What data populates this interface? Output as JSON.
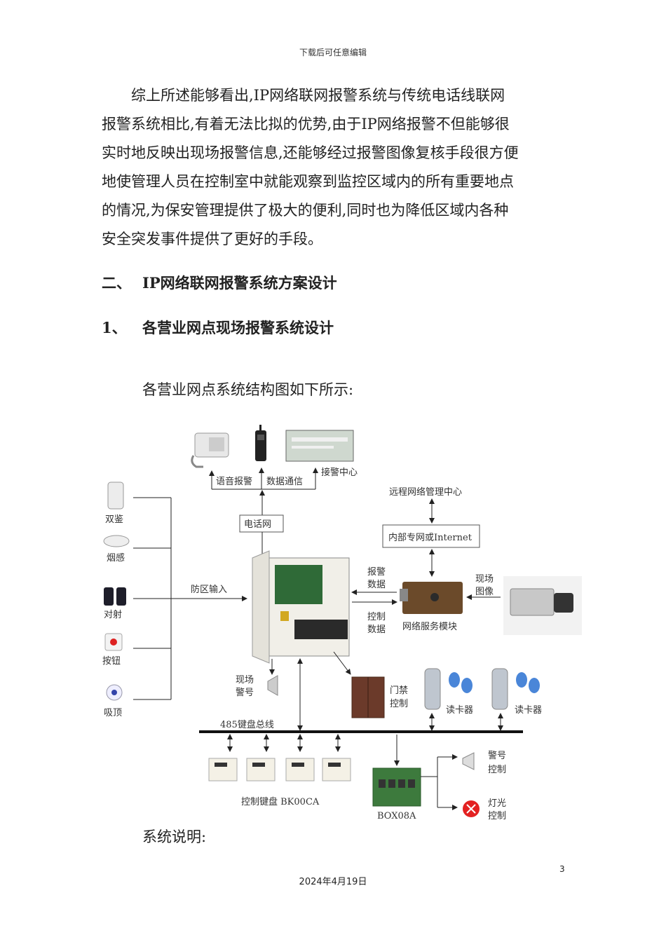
{
  "header": "下载后可任意编辑",
  "paragraph_lines": [
    "　　综上所述能够看出,IP网络联网报警系统与传统电话线联网",
    "报警系统相比,有着无法比拟的优势,由于IP网络报警不但能够很",
    "实时地反映出现场报警信息,还能够经过报警图像复核手段很方便",
    "地使管理人员在控制室中就能观察到监控区域内的所有重要地点",
    "的情况,为保安管理提供了极大的便利,同时也为降低区域内各种",
    "安全突发事件提供了更好的手段。"
  ],
  "heading2": {
    "num": "二、",
    "text": "IP网络联网报警系统方案设计"
  },
  "heading3": {
    "num": "1、",
    "text": "各营业网点现场报警系统设计"
  },
  "intro": "各营业网点系统结构图如下所示:",
  "diagram": {
    "voice_alarm": "语音报警",
    "data_comm": "数据通信",
    "alarm_center": "接警中心",
    "phone_net": "电话网",
    "remote_center": "远程网络管理中心",
    "intranet": "内部专网或Internet",
    "alarm_data_1": "报警",
    "alarm_data_2": "数据",
    "control_data_1": "控制",
    "control_data_2": "数据",
    "site_image_1": "现场",
    "site_image_2": "图像",
    "net_module": "网络服务模块",
    "zone_input": "防区输入",
    "sensor_dual": "双鉴",
    "sensor_smoke": "烟感",
    "sensor_beam": "对射",
    "sensor_button": "按钮",
    "sensor_ceiling": "吸顶",
    "siren_1": "现场",
    "siren_2": "警号",
    "door_1": "门禁",
    "door_2": "控制",
    "reader_1": "读卡器",
    "reader_2": "读卡器",
    "bus": "485键盘总线",
    "keypad": "控制键盘 BK00CA",
    "box": "BOX08A",
    "horn_1": "警号",
    "horn_2": "控制",
    "light_1": "灯光",
    "light_2": "控制"
  },
  "caption": "系统说明:",
  "page_number": "3",
  "footer": "2024年4月19日"
}
